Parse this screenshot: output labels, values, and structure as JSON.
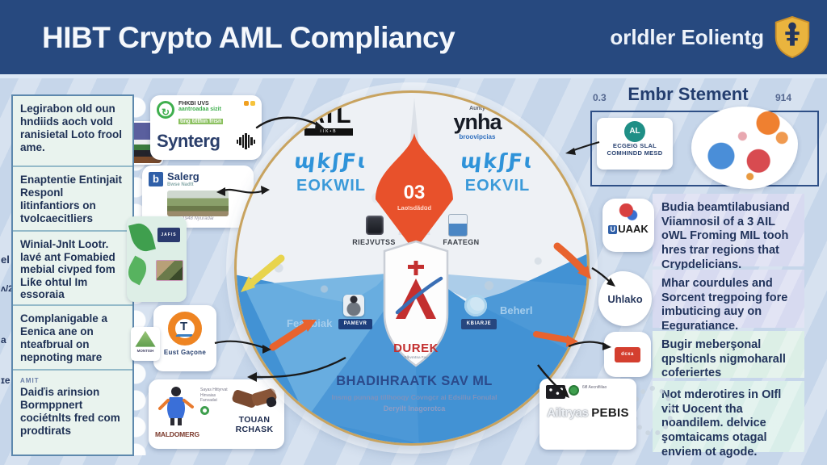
{
  "header": {
    "title": "HIBT Crypto AML Compliancy",
    "brand": "orldler Eolientg"
  },
  "edge_fragments": [
    "el",
    "ʌ/2",
    "a",
    "ɪe"
  ],
  "left_panel": {
    "items": [
      "Legirabon old oun hndiids aoch vold ranisietal Loto frool ame.",
      "Enaptentie Entinjait Responl Iitinfantiors on tvolcaecitliers",
      "Winial-Jnlt Lootr. lavé ant Fomabied mebial civped fom Liƙe ohtul Im essoraia",
      "Complanigable a Eenica ane on nteafbrual on nepnoting mare"
    ],
    "last_item": {
      "header": "AMIT",
      "text": "Daiďis arinsion Bormppnert cociétnlts fred com prodtirats"
    }
  },
  "cards": {
    "synterg": {
      "line1": "FHKBI UVS",
      "line2": "aantroadaa sizit",
      "line3": "ting tittfiin frisn",
      "name": "Synterg"
    },
    "salerg": {
      "logo_letter": "b",
      "name": "Salerg",
      "sub": "Bwse Nadtt",
      "caption": "1948 Nyuradai"
    },
    "plants": {
      "tile1": "JAFIS"
    },
    "gacone": {
      "glyph": "T",
      "name": "Eust Gaçone"
    },
    "montish": {
      "name": "MONTISH"
    },
    "maldo": {
      "name": "MALDOMERG",
      "tiny1": "Sayas Hittyrvat",
      "tiny2": "Hinvaias Fanvadat",
      "partner": "TOUAN RCHASK"
    }
  },
  "circle": {
    "atl": {
      "name": "ATL",
      "sub": "IIK•B"
    },
    "ynha": {
      "top": "Aunty",
      "name": "ynha",
      "sub": "broovipcias"
    },
    "left_glyphs": "ɰķʃƑɩ",
    "left_label": "EOKWIL",
    "right_glyphs": "ɰķʃƑɩ",
    "right_label": "EOKVIL",
    "pin": {
      "number": "03",
      "caption": "Laoïsdãdüd"
    },
    "badge_left": "RIEJVUTSS",
    "badge_right": "FAATEGN",
    "member_left": {
      "label": "Feanbiak",
      "badge": "PAMEVR"
    },
    "member_right": {
      "label": "Beherl",
      "badge": "KBIARJE"
    },
    "shield": {
      "name": "DUREK",
      "sub": "Blkvmtna Fav"
    },
    "footer": {
      "title": "BHADIHRAATK SAV ML",
      "line1": "Insmg punnag tillhooqy Covngcr ai Edsiliu Fonulal",
      "line2": "Deryilt Inagorotca"
    }
  },
  "right_panel": {
    "num_left": "0.3",
    "title": "Embr Stement",
    "num_right": "914",
    "eco_card": {
      "logo": "AL",
      "line1": "ECGEIG SLAL",
      "line2": "COMHINDD MESD"
    },
    "boxes": [
      {
        "side": "UAAK",
        "text": "Budia beamtilabusiand Viiamnosil of a 3 AIL oWL Froming MIL tooh hres trar regions that Crypdelicians."
      },
      {
        "side": "Uhlako",
        "text": "Mhar courdules and Sorcent tregpoing fore imbuticing auy on Eeguratiance."
      },
      {
        "side": "dcxa",
        "text": "Bugir meberşonal qpslticnls nigmoharall coferiertes"
      },
      {
        "side_top": "6ifl Aecnifiilao",
        "side1": "Ailtryas",
        "side2": "PEBIS",
        "text": "Not mderotires in OIfl vitt Uocent tha noandilem. delvice şomtaicams otagal enviem ot agode."
      }
    ]
  },
  "colors": {
    "accent_orange": "#e8512b",
    "header_navy": "#27497f",
    "circle_blue": "#4292d4",
    "gold": "#eab43e",
    "durek_red": "#c32f2f",
    "link_blue": "#3b9ad9",
    "yellow_arrow": "#e8d44d"
  }
}
